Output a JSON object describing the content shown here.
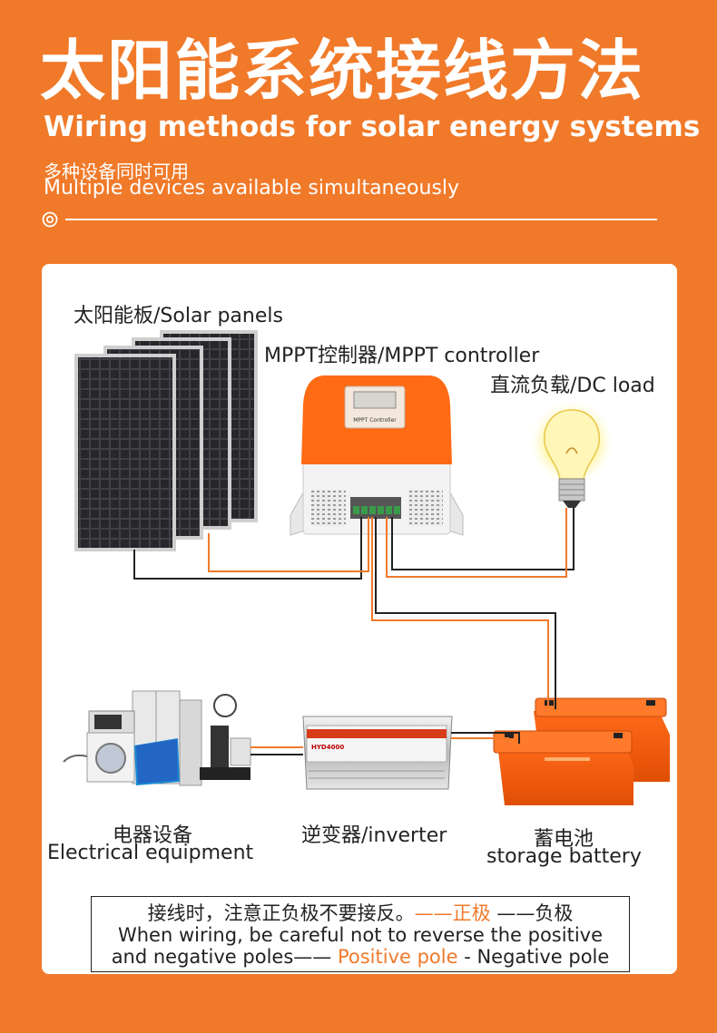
{
  "header": {
    "title_cn": "太阳能系统接线方法",
    "title_en": "Wiring methods for solar energy systems",
    "subtitle_cn": "多种设备同时可用",
    "subtitle_en": "Multiple devices available simultaneously"
  },
  "labels": {
    "solar_panels": "太阳能板/Solar panels",
    "mppt_controller": "MPPT控制器/MPPT controller",
    "dc_load": "直流负载/DC load",
    "electrical_cn": "电器设备",
    "electrical_en": "Electrical equipment",
    "inverter": "逆变器/inverter",
    "battery_cn": "蓄电池",
    "battery_en": "storage battery"
  },
  "device_text": {
    "controller_plate": "MPPT Controller",
    "inverter_brand": "HYD4000"
  },
  "note": {
    "line1_text": "接线时，注意正负极不要接反。",
    "line1_positive": "——正极",
    "line1_negative": " ——负极",
    "line2": "When wiring, be careful not to reverse the positive",
    "line3_start": "and negative poles——",
    "line3_positive": " Positive pole",
    "line3_end": " - Negative pole"
  },
  "colors": {
    "background": "#f07a2a",
    "positive_wire": "#f07a2a",
    "negative_wire": "#222222"
  }
}
